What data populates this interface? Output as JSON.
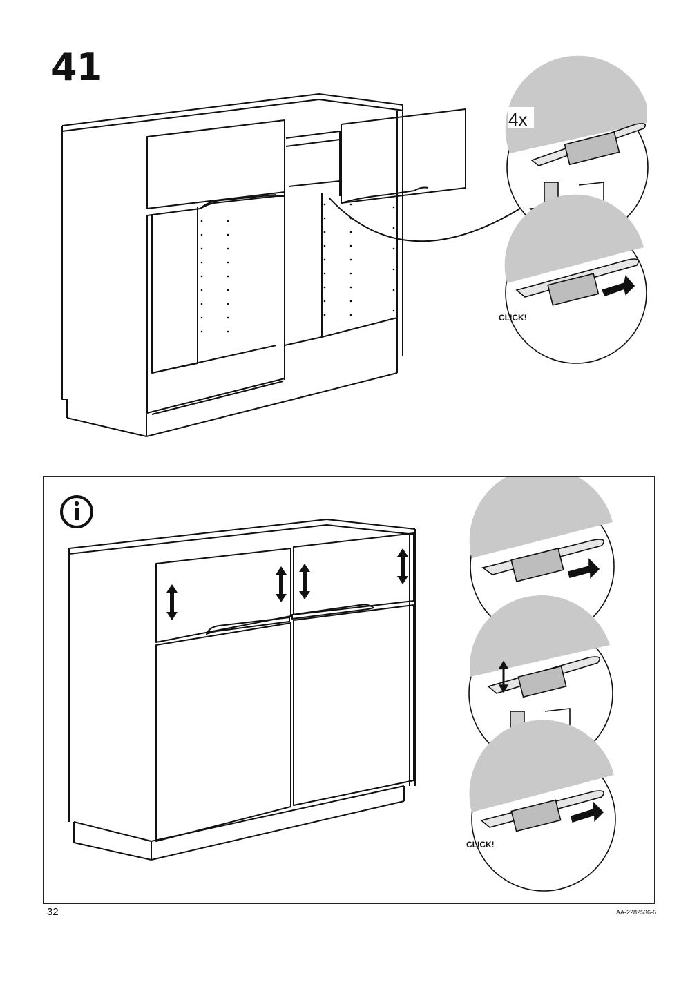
{
  "step": {
    "number": "41"
  },
  "quantity_label": "4x",
  "click_label": "CLICK!",
  "info_icon": "info-icon",
  "footer": {
    "page_number": "32",
    "doc_code": "AA-2282536-6"
  }
}
